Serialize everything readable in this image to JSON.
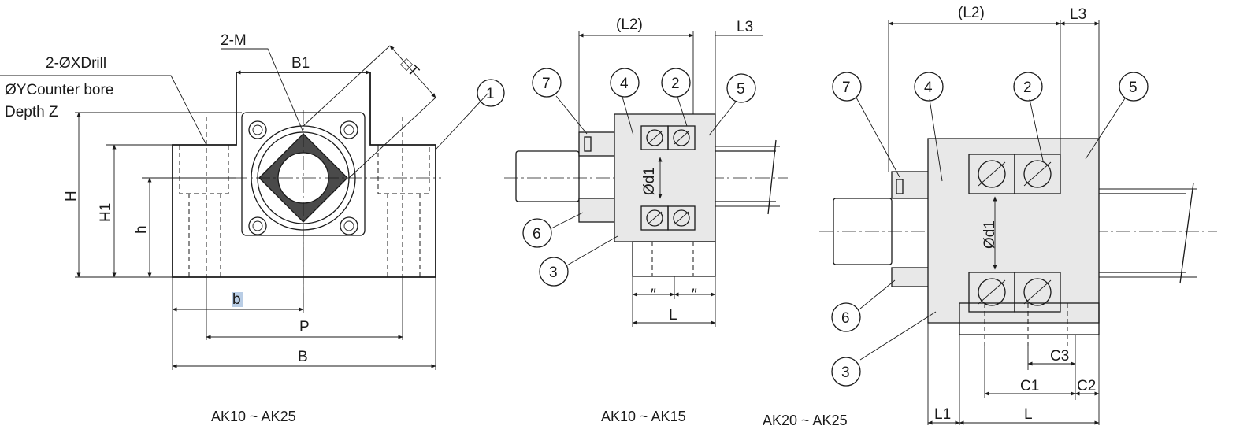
{
  "views": {
    "front": {
      "caption": "AK10 ~ AK25",
      "labels": {
        "drill": "2-ØXDrill",
        "counter_bore": "ØYCounter bore",
        "depth": "Depth Z",
        "tap": "2-M",
        "b1": "B1",
        "square": "□T",
        "h_total": "H",
        "h1": "H1",
        "h_small": "h",
        "b_small": "b",
        "p": "P",
        "b_total": "B"
      },
      "callouts": [
        "1"
      ]
    },
    "side_small": {
      "caption": "AK10 ~ AK15",
      "labels": {
        "l2": "(L2)",
        "l3": "L3",
        "d1": "Ød1",
        "l": "L",
        "tick_a": "″",
        "tick_b": "″"
      },
      "callouts": [
        "7",
        "4",
        "2",
        "5",
        "6",
        "3"
      ]
    },
    "side_large": {
      "caption": "AK20 ~ AK25",
      "labels": {
        "l2": "(L2)",
        "l3": "L3",
        "d1": "Ød1",
        "c3": "C3",
        "c1": "C1",
        "c2": "C2",
        "l1": "L1",
        "l": "L"
      },
      "callouts": [
        "7",
        "4",
        "2",
        "5",
        "6",
        "3"
      ]
    }
  },
  "colors": {
    "line": "#1a1a1a",
    "shade": "#e8e8e8",
    "nut": "#4a4a4a",
    "highlight": "#b9cde5"
  }
}
